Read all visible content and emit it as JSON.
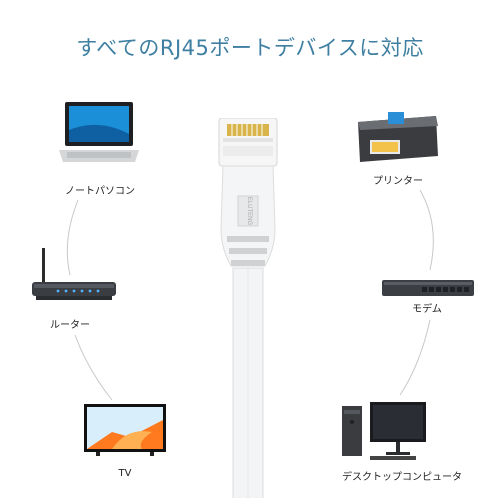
{
  "title": "すべてのRJ45ポートデバイスに対応",
  "devices": {
    "laptop": "ノートパソコン",
    "router": "ルーター",
    "tv": "TV",
    "printer": "プリンター",
    "modem": "モデム",
    "desktop": "デスクトップコンピュータ"
  },
  "cable_brand": "ELUTENG",
  "colors": {
    "title": "#3f7fa2",
    "cable": "#f4f5f6",
    "connector_gold": "#d9b44a"
  }
}
